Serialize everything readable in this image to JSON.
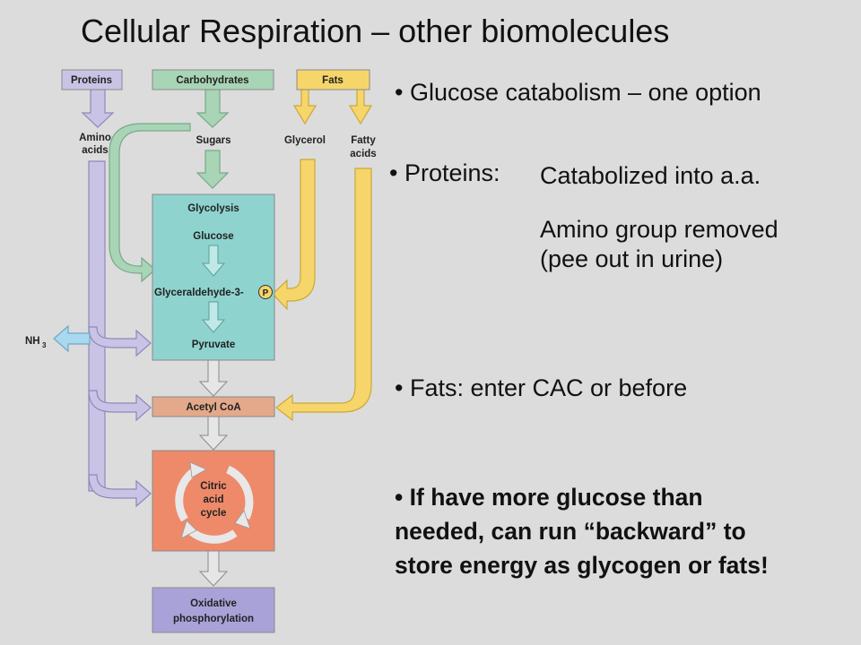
{
  "slide": {
    "title": "Cellular Respiration – other biomolecules"
  },
  "diagram": {
    "sources": {
      "proteins": "Proteins",
      "carbohydrates": "Carbohydrates",
      "fats": "Fats"
    },
    "intermediates": {
      "amino_acids": [
        "Amino",
        "acids"
      ],
      "sugars": "Sugars",
      "glycerol": "Glycerol",
      "fatty_acids": [
        "Fatty",
        "acids"
      ],
      "ammonia": "NH",
      "ammonia_subscript": "3"
    },
    "glycolysis": {
      "title": "Glycolysis",
      "glucose": "Glucose",
      "g3p": "Glyceraldehyde-3-",
      "phosphate": "P",
      "pyruvate": "Pyruvate"
    },
    "acetyl_coa": "Acetyl CoA",
    "citric_acid_cycle": [
      "Citric",
      "acid",
      "cycle"
    ],
    "oxidative_phosphorylation": [
      "Oxidative",
      "phosphorylation"
    ],
    "colors": {
      "protein": "#c9c3e6",
      "carb": "#a8d5b5",
      "fat": "#f6d56a",
      "glycolysis": "#8fd3cf",
      "acetyl": "#e3a98a",
      "cycle": "#ee8a6a",
      "oxphos": "#a9a2d8",
      "nh3": "#a9d9f0"
    }
  },
  "notes": {
    "bullet_glucose": "• Glucose catabolism – one option",
    "bullet_proteins": "• Proteins:",
    "proteins_detail_1": "Catabolized into a.a.",
    "proteins_detail_2a": "Amino group removed",
    "proteins_detail_2b": "(pee out in urine)",
    "bullet_fats": "• Fats:  enter CAC or before",
    "bullet_reverse_1": "• If have more glucose than",
    "bullet_reverse_2": "needed, can run “backward” to",
    "bullet_reverse_3": "store energy as glycogen or fats!"
  }
}
